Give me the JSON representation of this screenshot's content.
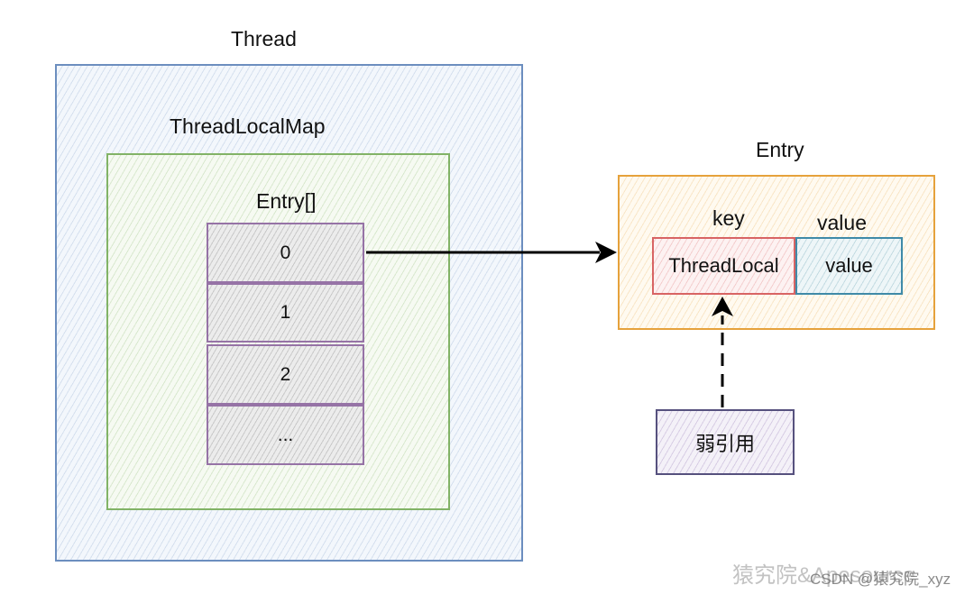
{
  "thread": {
    "title": "Thread"
  },
  "thread_local_map": {
    "title": "ThreadLocalMap"
  },
  "entry_array": {
    "title": "Entry[]",
    "cells": [
      "0",
      "1",
      "2",
      "..."
    ]
  },
  "entry": {
    "title": "Entry",
    "key_label": "key",
    "key_value": "ThreadLocal",
    "value_label": "value",
    "value_value": "value"
  },
  "weak_ref": {
    "label": "弱引用"
  },
  "watermark": {
    "primary": "猿究院&Apesource",
    "secondary": "CSDN @猿究院_xyz"
  },
  "colors": {
    "thread_border": "#6c8ebf",
    "map_border": "#82b366",
    "array_border": "#9673a6",
    "entry_border": "#e6a23c",
    "key_border": "#d86464",
    "value_border": "#3f8aa8",
    "weak_ref_border": "#56517e"
  }
}
